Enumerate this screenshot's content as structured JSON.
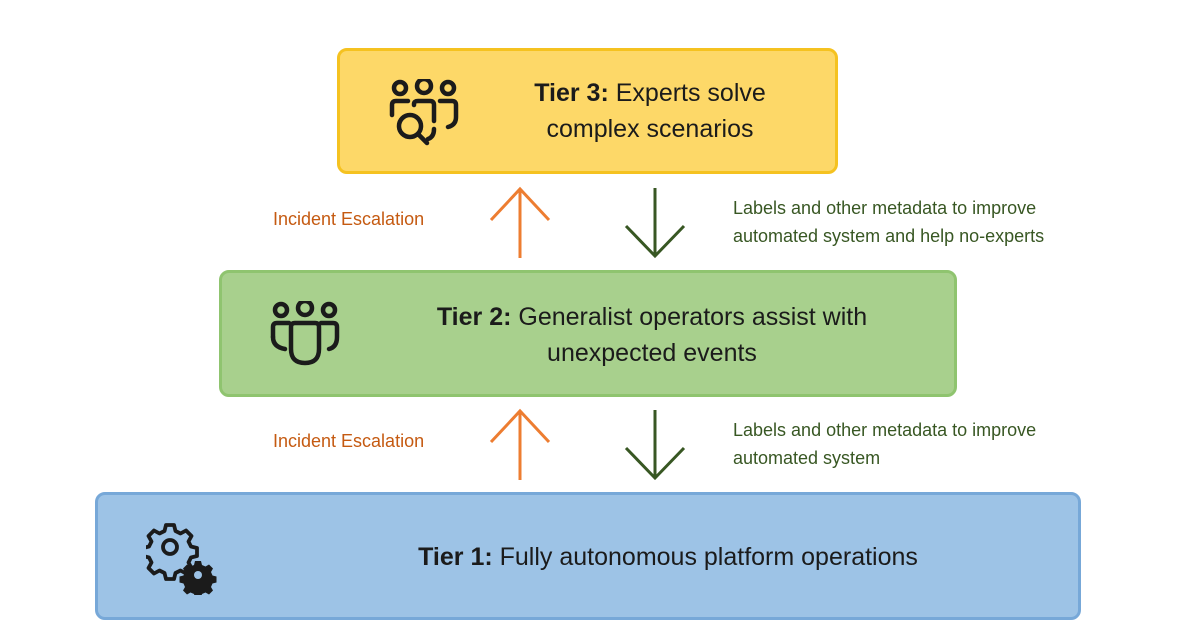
{
  "tiers": [
    {
      "id": "tier3",
      "title": "Tier 3:",
      "text": "Experts solve complex scenarios",
      "icon": "people-search-icon",
      "fill": "#fdd868",
      "border": "#f5c220"
    },
    {
      "id": "tier2",
      "title": "Tier 2:",
      "text": "Generalist operators assist with unexpected events",
      "icon": "people-team-icon",
      "fill": "#a8d08d",
      "border": "#8fc46f"
    },
    {
      "id": "tier1",
      "title": "Tier 1:",
      "text": "Fully autonomous platform operations",
      "icon": "gears-icon",
      "fill": "#9dc3e6",
      "border": "#77a8d8"
    }
  ],
  "upper_link": {
    "escalation_label": "Incident Escalation",
    "metadata_label_line1": "Labels and other metadata to improve",
    "metadata_label_line2": "automated system and help no-experts"
  },
  "lower_link": {
    "escalation_label": "Incident Escalation",
    "metadata_label_line1": "Labels and other metadata to improve",
    "metadata_label_line2": "automated system"
  },
  "colors": {
    "escalation": "#ed7d31",
    "escalation_text": "#c55a11",
    "metadata": "#385723",
    "metadata_text": "#385723"
  }
}
